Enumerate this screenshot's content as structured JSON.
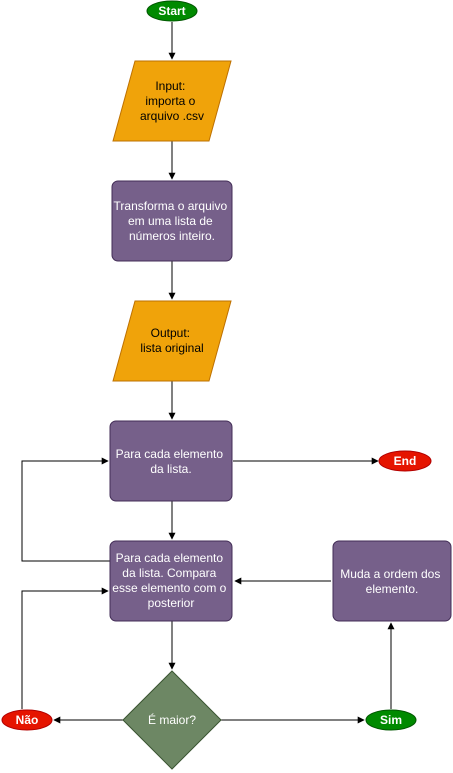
{
  "nodes": {
    "start": {
      "label": "Start"
    },
    "input": {
      "lines": [
        "Input:",
        "importa o",
        "arquivo .csv"
      ]
    },
    "transform": {
      "lines": [
        "Transforma o arquivo",
        "em uma lista de",
        "números inteiro."
      ]
    },
    "output": {
      "lines": [
        "Output:",
        "lista original"
      ]
    },
    "loop_outer": {
      "lines": [
        "Para cada elemento",
        "da lista."
      ]
    },
    "end": {
      "label": "End"
    },
    "loop_inner": {
      "lines": [
        "Para cada elemento",
        "da lista. Compara",
        "esse elemento com o",
        "posterior"
      ]
    },
    "swap": {
      "lines": [
        "Muda a ordem dos",
        "elemento."
      ]
    },
    "decision": {
      "label": "É maior?"
    },
    "no": {
      "label": "Não"
    },
    "yes": {
      "label": "Sim"
    }
  },
  "colors": {
    "terminal_green_fill": "#008a00",
    "terminal_green_stroke": "#005700",
    "terminal_red_fill": "#e51400",
    "terminal_red_stroke": "#b20000",
    "io_fill": "#f0a30a",
    "io_stroke": "#bd7000",
    "process_fill": "#76608a",
    "process_stroke": "#432d57",
    "decision_fill": "#6d8764",
    "decision_stroke": "#3a5431"
  }
}
